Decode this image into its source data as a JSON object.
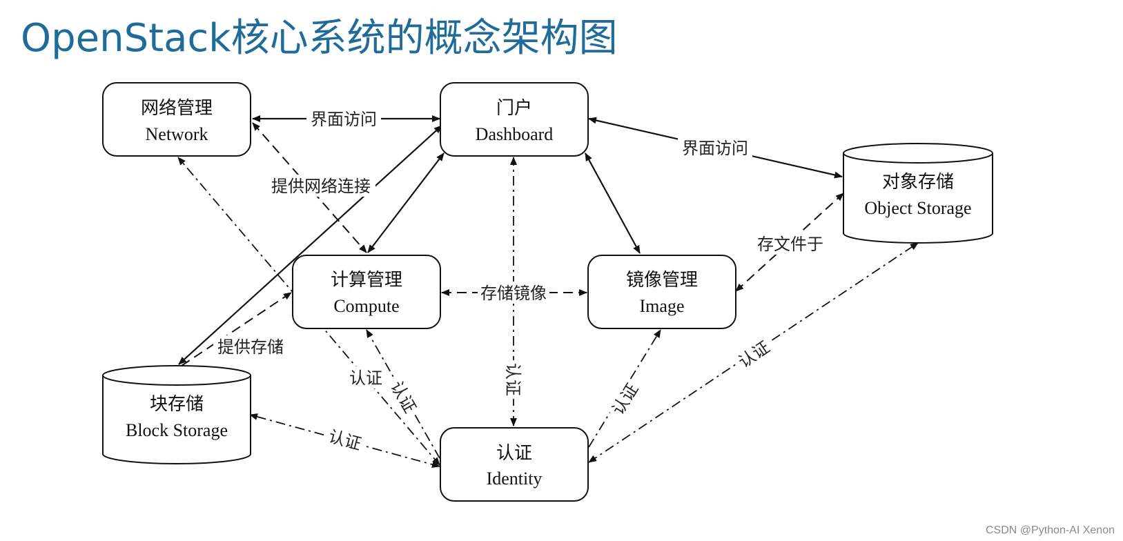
{
  "title": "OpenStack核心系统的概念架构图",
  "watermark": "CSDN @Python-AI Xenon",
  "colors": {
    "title": "#1f6b9a",
    "stroke": "#111111",
    "text": "#111111"
  },
  "nodes": {
    "network": {
      "cn": "网络管理",
      "en": "Network"
    },
    "dashboard": {
      "cn": "门户",
      "en": "Dashboard"
    },
    "object": {
      "cn": "对象存储",
      "en": "Object Storage"
    },
    "compute": {
      "cn": "计算管理",
      "en": "Compute"
    },
    "image": {
      "cn": "镜像管理",
      "en": "Image"
    },
    "block": {
      "cn": "块存储",
      "en": "Block Storage"
    },
    "identity": {
      "cn": "认证",
      "en": "Identity"
    }
  },
  "edges": {
    "ui_network": "界面访问",
    "ui_object": "界面访问",
    "net_conn": "提供网络连接",
    "store_image": "存储镜像",
    "store_file": "存文件于",
    "provide_storage": "提供存储",
    "auth": "认证"
  }
}
